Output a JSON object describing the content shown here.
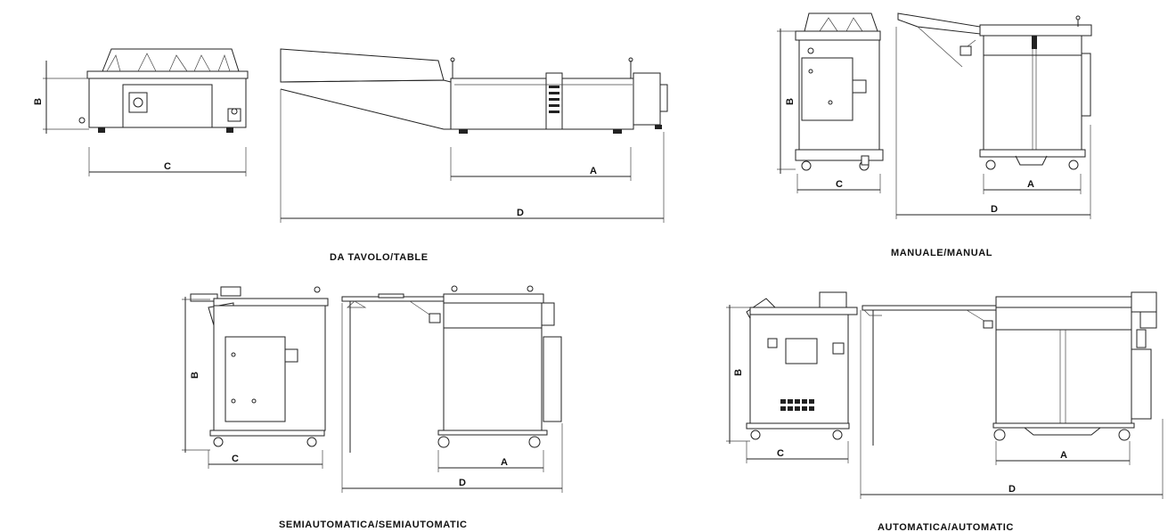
{
  "captions": {
    "table": "DA TAVOLO/TABLE",
    "manual": "MANUALE/MANUAL",
    "semiautomatic": "SEMIAUTOMATICA/SEMIAUTOMATIC",
    "automatic": "AUTOMATICA/AUTOMATIC"
  },
  "dimension_labels": {
    "a": "A",
    "b": "B",
    "c": "C",
    "d": "D"
  }
}
